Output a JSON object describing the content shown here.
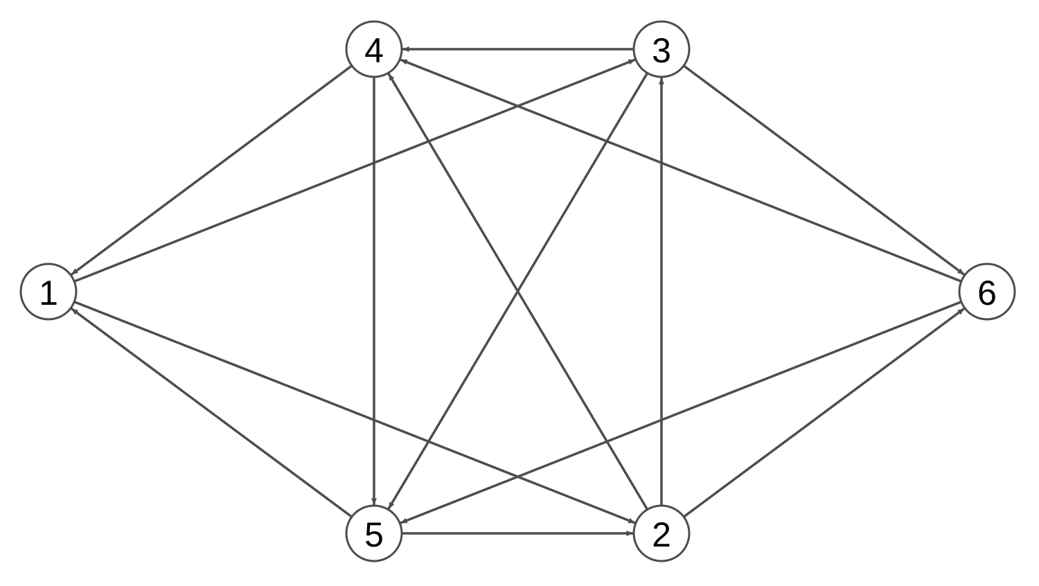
{
  "graph": {
    "type": "directed",
    "edge_color": "#4d4d4d",
    "node_fill": "#ffffff",
    "nodes": [
      {
        "id": "n1",
        "label": "1"
      },
      {
        "id": "n2",
        "label": "2"
      },
      {
        "id": "n3",
        "label": "3"
      },
      {
        "id": "n4",
        "label": "4"
      },
      {
        "id": "n5",
        "label": "5"
      },
      {
        "id": "n6",
        "label": "6"
      }
    ],
    "edges": [
      {
        "from": "n1",
        "to": "n3"
      },
      {
        "from": "n1",
        "to": "n2"
      },
      {
        "from": "n4",
        "to": "n1"
      },
      {
        "from": "n4",
        "to": "n5"
      },
      {
        "from": "n3",
        "to": "n4"
      },
      {
        "from": "n3",
        "to": "n5"
      },
      {
        "from": "n3",
        "to": "n6"
      },
      {
        "from": "n2",
        "to": "n3"
      },
      {
        "from": "n2",
        "to": "n4"
      },
      {
        "from": "n2",
        "to": "n6"
      },
      {
        "from": "n5",
        "to": "n1"
      },
      {
        "from": "n5",
        "to": "n2"
      },
      {
        "from": "n6",
        "to": "n4"
      },
      {
        "from": "n6",
        "to": "n5"
      }
    ]
  }
}
